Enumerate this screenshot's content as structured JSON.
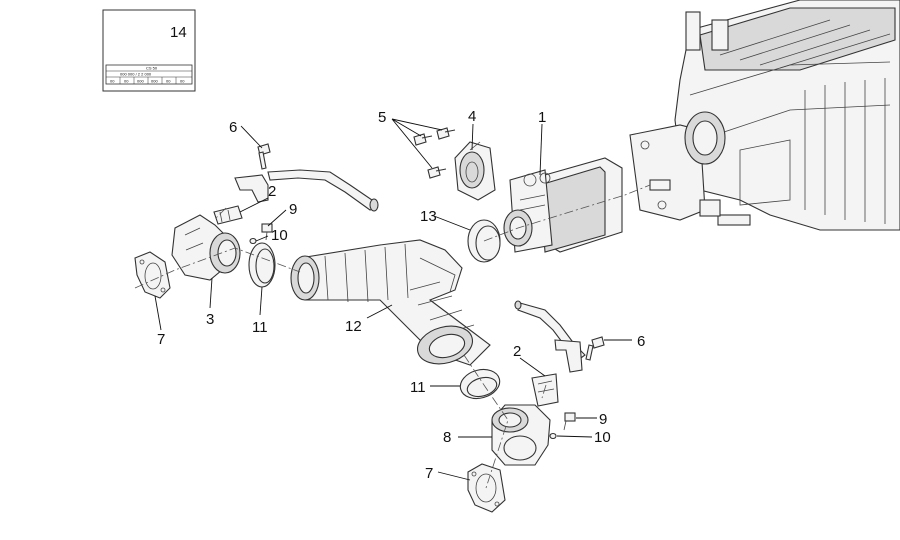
{
  "legend_box": {
    "number": "14",
    "line1": "CS 50",
    "line2": "000 000 / 2 2 000",
    "cells": [
      "00",
      "00",
      "000",
      "000",
      "00",
      "00"
    ]
  },
  "callouts": [
    {
      "id": "c1",
      "label": "1"
    },
    {
      "id": "c2a",
      "label": "2"
    },
    {
      "id": "c2b",
      "label": "2"
    },
    {
      "id": "c3",
      "label": "3"
    },
    {
      "id": "c4",
      "label": "4"
    },
    {
      "id": "c5",
      "label": "5"
    },
    {
      "id": "c6a",
      "label": "6"
    },
    {
      "id": "c6b",
      "label": "6"
    },
    {
      "id": "c7a",
      "label": "7"
    },
    {
      "id": "c7b",
      "label": "7"
    },
    {
      "id": "c8",
      "label": "8"
    },
    {
      "id": "c9a",
      "label": "9"
    },
    {
      "id": "c9b",
      "label": "9"
    },
    {
      "id": "c10a",
      "label": "10"
    },
    {
      "id": "c10b",
      "label": "10"
    },
    {
      "id": "c11a",
      "label": "11"
    },
    {
      "id": "c11b",
      "label": "11"
    },
    {
      "id": "c12",
      "label": "12"
    },
    {
      "id": "c13",
      "label": "13"
    }
  ]
}
